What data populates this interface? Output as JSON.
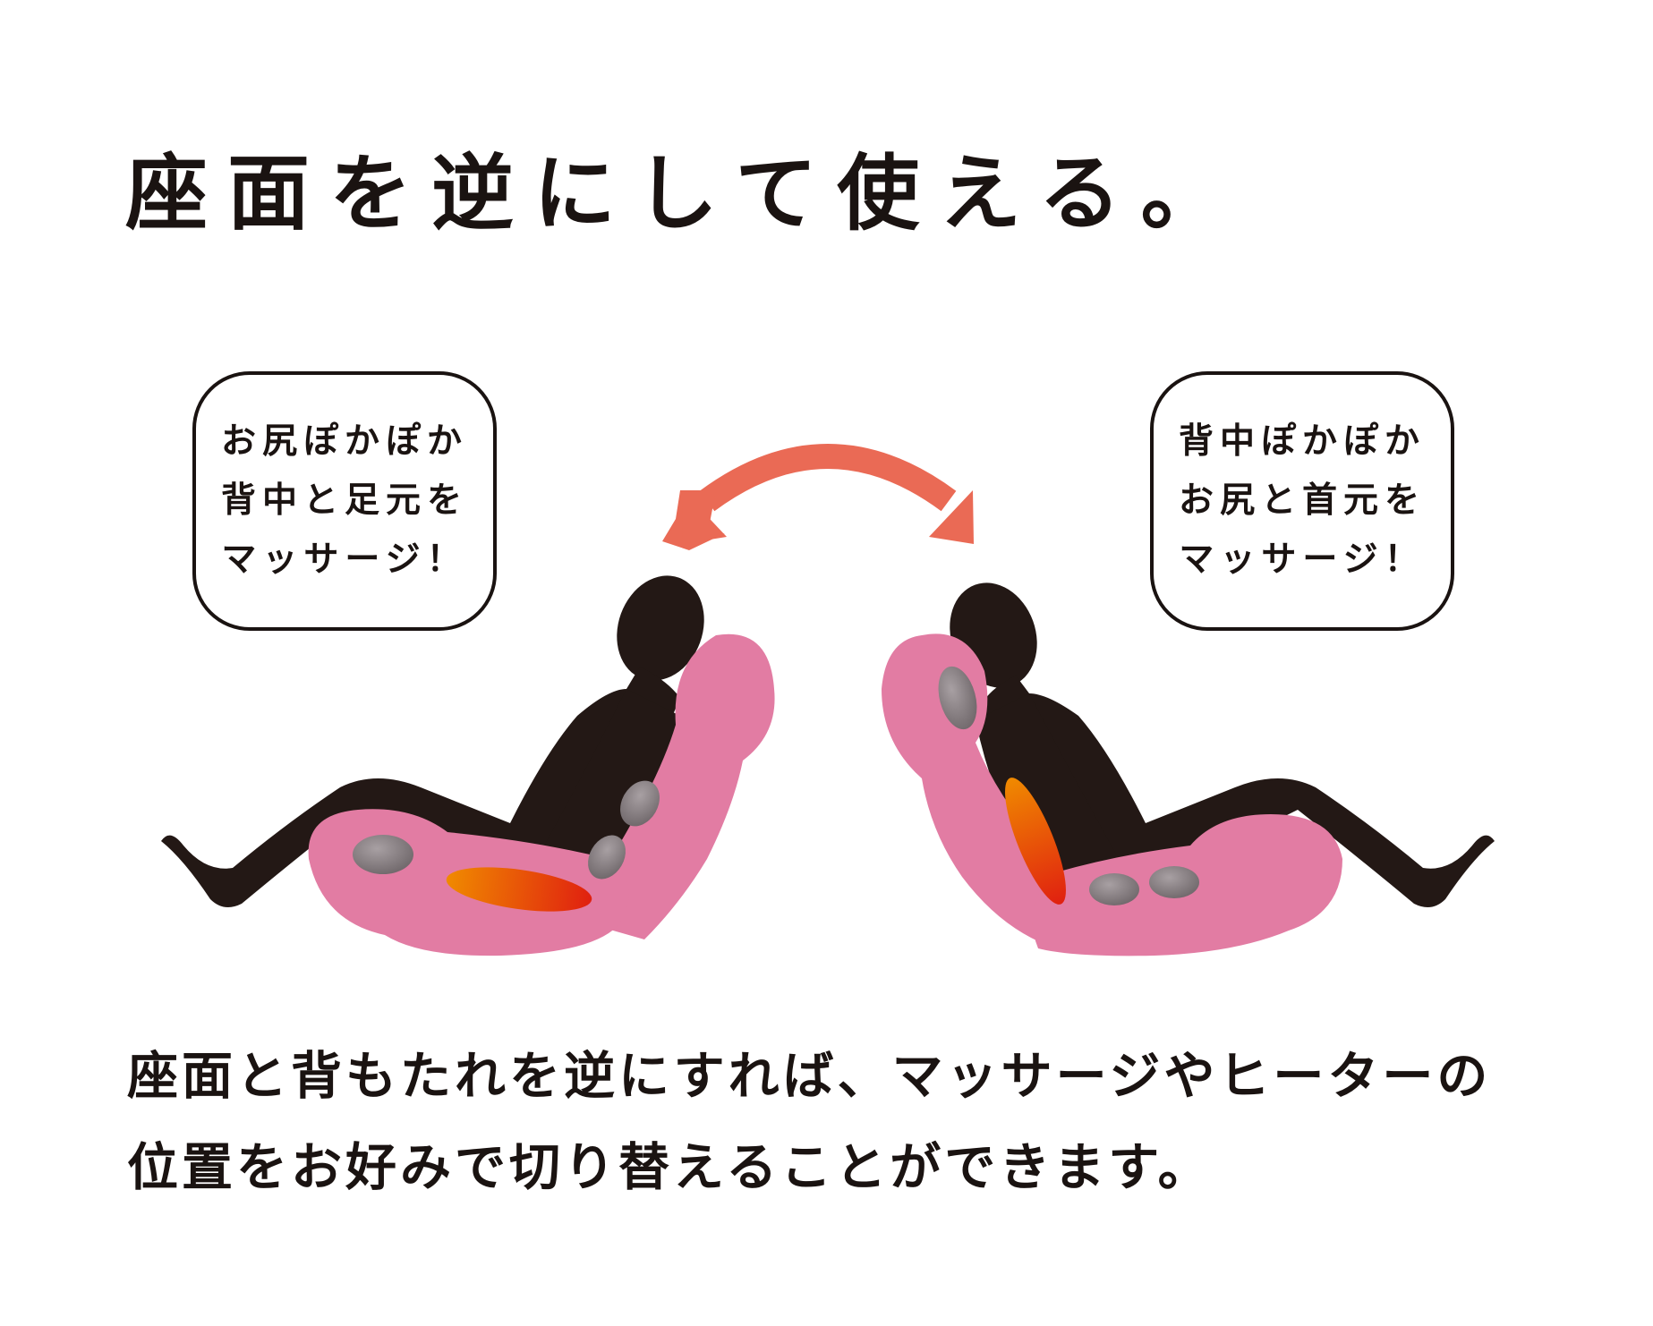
{
  "title": "座面を逆にして使える。",
  "left_bubble": {
    "lines": [
      "お尻ぽかぽか",
      "背中と足元を",
      "マッサージ！"
    ]
  },
  "right_bubble": {
    "lines": [
      "背中ぽかぽか",
      "お尻と首元を",
      "マッサージ！"
    ]
  },
  "caption": {
    "lines": [
      "座面と背もたれを逆にすれば、マッサージやヒーターの",
      "位置をお好みで切り替えることができます。"
    ]
  },
  "colors": {
    "text": "#1a1311",
    "silhouette": "#231815",
    "cushion": "#e27ca3",
    "arrow": "#ea6a55",
    "heater_start": "#f08a00",
    "heater_end": "#e02010",
    "massage_node": "#8a8285"
  },
  "icons": {
    "arrow": "double-headed-curved-arrow-icon",
    "massage": "massage-node-icon",
    "heater": "heater-zone-icon"
  }
}
